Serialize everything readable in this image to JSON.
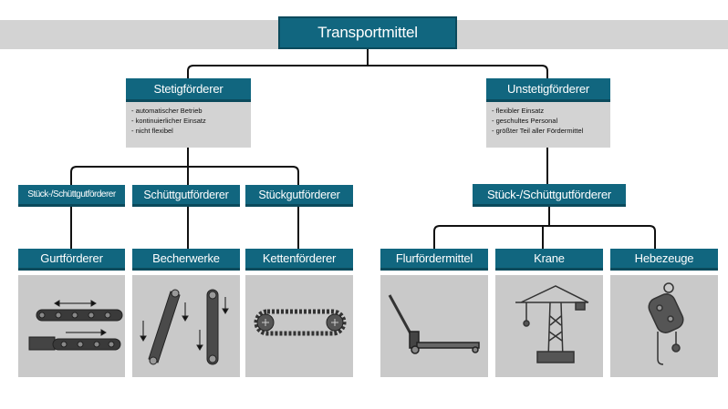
{
  "root": {
    "label": "Transportmittel"
  },
  "left": {
    "label": "Stetigförderer",
    "bullets": [
      "- automatischer Betrieb",
      "- kontinuierlicher Einsatz",
      "- nicht flexibel"
    ],
    "children": [
      {
        "label": "Stück-/Schüttgutförderer",
        "leaf": "Gurtförderer",
        "icon": "belt-conveyor-icon"
      },
      {
        "label": "Schüttgutförderer",
        "leaf": "Becherwerke",
        "icon": "bucket-elevator-icon"
      },
      {
        "label": "Stückgutförderer",
        "leaf": "Kettenförderer",
        "icon": "chain-conveyor-icon"
      }
    ]
  },
  "right": {
    "label": "Unstetigförderer",
    "bullets": [
      "- flexibler Einsatz",
      "- geschultes Personal",
      "- größter Teil aller Fördermittel"
    ],
    "child": {
      "label": "Stück-/Schüttgutförderer"
    },
    "leaves": [
      {
        "label": "Flurfördermittel",
        "icon": "pallet-truck-icon"
      },
      {
        "label": "Krane",
        "icon": "tower-crane-icon"
      },
      {
        "label": "Hebezeuge",
        "icon": "chain-hoist-icon"
      }
    ]
  },
  "colors": {
    "box": "#11667f",
    "panel": "#c9c9c9",
    "band": "#d3d3d3",
    "line": "#111111"
  }
}
